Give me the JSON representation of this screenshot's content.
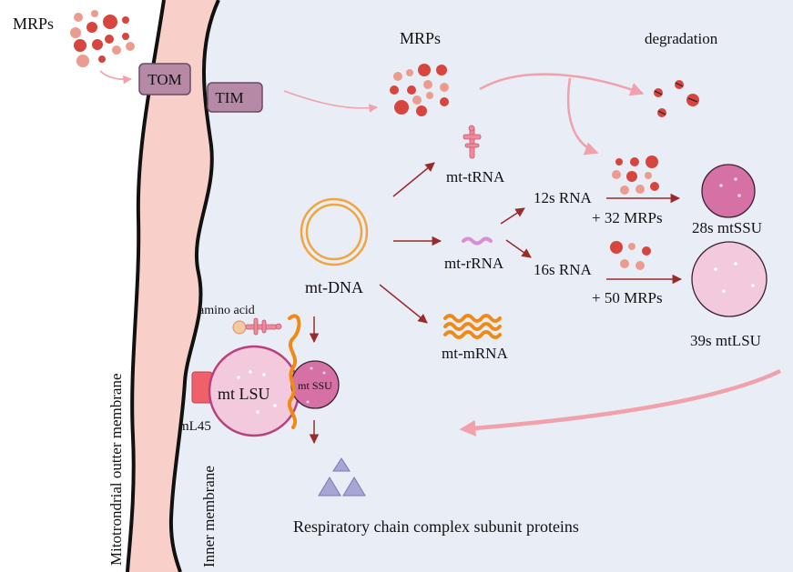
{
  "labels": {
    "mrps_outside": "MRPs",
    "tom": "TOM",
    "tim": "TIM",
    "mrps_matrix": "MRPs",
    "degradation": "degradation",
    "mt_trna": "mt-tRNA",
    "mt_rrna": "mt-rRNA",
    "mt_mrna": "mt-mRNA",
    "mt_dna": "mt-DNA",
    "rna_12s": "12s RNA",
    "plus_32": "+ 32 MRPs",
    "rna_16s": "16s RNA",
    "plus_50": "+ 50 MRPs",
    "mtssu_28s": "28s mtSSU",
    "mtlsu_39s": "39s mtLSU",
    "amino_acid": "amino acid",
    "mt_lsu": "mt LSU",
    "mt_ssu": "mt SSU",
    "ml45": "mL45",
    "outer_membrane": "Mitotrondrial outter membrane",
    "inner_membrane": "Inner membrane",
    "respiratory": "Respiratory chain complex subunit proteins"
  },
  "colors": {
    "matrix_bg": "#e9edf6",
    "intermembrane": "#f8cfc9",
    "membrane_line": "#111111",
    "protein_dark": "#d6453e",
    "protein_light": "#ec9c8f",
    "translocase": "#b689a7",
    "ribosome": "#d671a6",
    "ribosome_light": "#f2c9dd",
    "arrow_dark": "#9a2b2b",
    "arrow_pink": "#f0a1ab",
    "dna_ring": "#f0a640",
    "mrna": "#f08a14",
    "rrna": "#db8ed6",
    "trna": "#ee8b9d",
    "ml45": "#f0606b",
    "triangle": "#a5a6d6"
  }
}
